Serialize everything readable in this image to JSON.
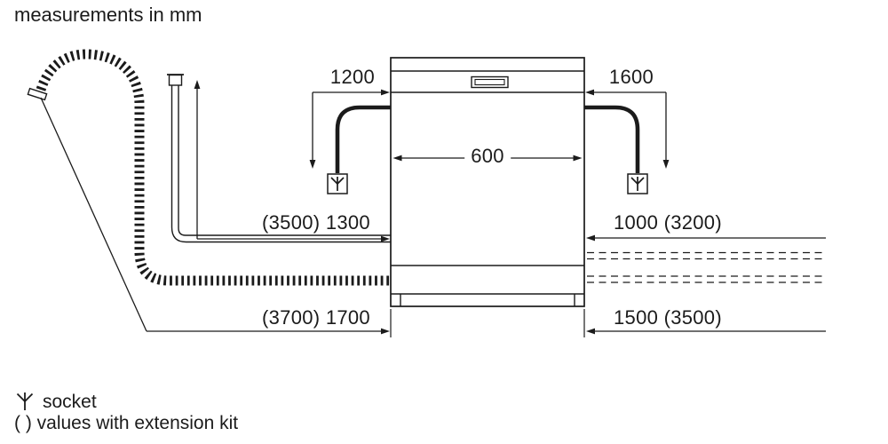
{
  "title": "measurements in mm",
  "dimensions": {
    "power_cord_left": "1200",
    "power_cord_right": "1600",
    "appliance_width": "600",
    "supply_hose": "(3500) 1300",
    "right_clearance_upper": "1000 (3200)",
    "drain_hose": "(3700) 1700",
    "right_clearance_lower": "1500 (3500)"
  },
  "legend": {
    "socket_label": "socket",
    "extension_note": "( ) values with extension kit"
  },
  "icons": {
    "socket_symbol": "socket-icon"
  },
  "colors": {
    "line": "#1b1b1b",
    "background": "#ffffff"
  }
}
